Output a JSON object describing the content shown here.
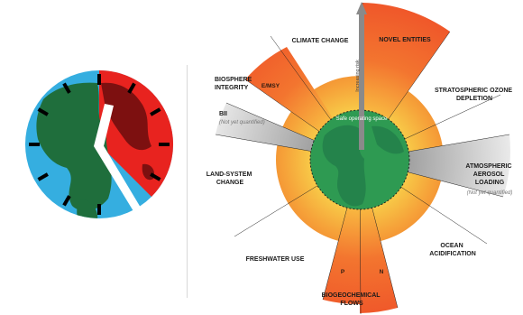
{
  "diagram": {
    "safe_zone_label": "Safe operating space",
    "arrow_label": "Increasing risk",
    "boundaries": [
      {
        "id": "novel-entities",
        "lines": [
          "NOVEL ENTITIES"
        ]
      },
      {
        "id": "climate-change",
        "lines": [
          "CLIMATE CHANGE"
        ]
      },
      {
        "id": "biosphere-integrity",
        "lines": [
          "BIOSPHERE",
          "INTEGRITY"
        ]
      },
      {
        "id": "stratospheric-ozone",
        "lines": [
          "STRATOSPHERIC OZONE",
          "DEPLETION"
        ]
      },
      {
        "id": "atmospheric-aerosol",
        "lines": [
          "ATMOSPHERIC",
          "AEROSOL",
          "LOADING"
        ],
        "note": "(Not yet quantified)"
      },
      {
        "id": "bii",
        "lines": [
          "BII"
        ],
        "note": "(Not yet quantified)"
      },
      {
        "id": "land-system-change",
        "lines": [
          "LAND-SYSTEM",
          "CHANGE"
        ]
      },
      {
        "id": "freshwater-use",
        "lines": [
          "FRESHWATER USE"
        ]
      },
      {
        "id": "ocean-acidification",
        "lines": [
          "OCEAN",
          "ACIDIFICATION"
        ]
      },
      {
        "id": "biogeochemical-flows",
        "lines": [
          "BIOGEOCHEMICAL",
          "FLOWS"
        ]
      }
    ],
    "wedge_labels": {
      "emsy": "E/MSY",
      "p": "P",
      "n": "N"
    }
  },
  "colors": {
    "safe_green": "#2e9a52",
    "danger_red": "#f0502a",
    "caution_orange": "#f7a540",
    "clock_blue": "#35aee0",
    "clock_red": "#e8231f",
    "globe_green": "#1f6e3c",
    "globe_dark_red": "#7d1010",
    "unquantified_grey": "#cfcfcf"
  },
  "clock": {
    "icon": "earth-clock-icon"
  }
}
